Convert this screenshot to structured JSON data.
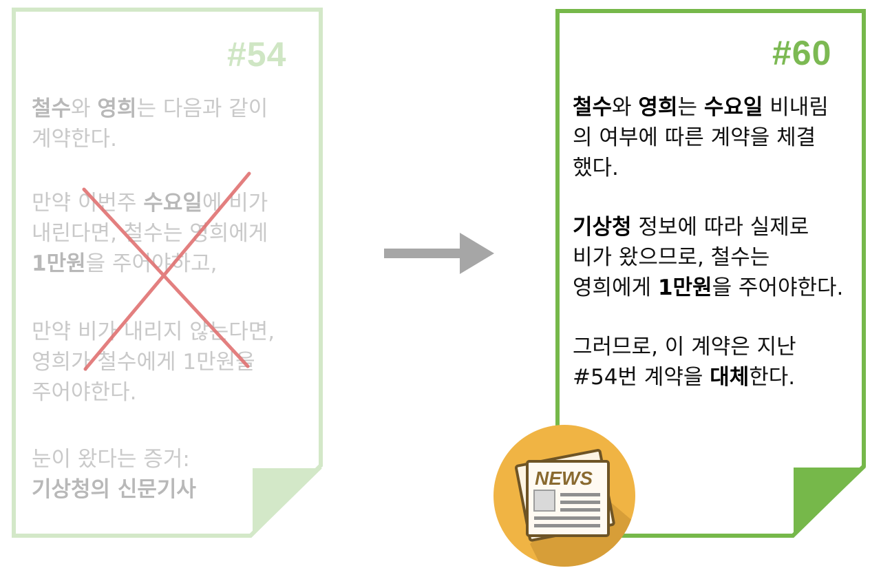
{
  "old_contract": {
    "number": "#54",
    "status": "crossed-out",
    "paragraphs": [
      [
        {
          "t": "철수",
          "b": true
        },
        {
          "t": "와 "
        },
        {
          "t": "영희",
          "b": true
        },
        {
          "t": "는 다음과 같이"
        },
        {
          "br": true
        },
        {
          "t": "계약한다."
        }
      ],
      [
        {
          "t": "만약 이번주 "
        },
        {
          "t": "수요일",
          "b": true
        },
        {
          "t": "에 비가"
        },
        {
          "br": true
        },
        {
          "t": "내린다면, 철수는 영희에게"
        },
        {
          "br": true
        },
        {
          "t": "1만원",
          "b": true
        },
        {
          "t": "을 주어야하고,"
        }
      ],
      [
        {
          "t": "만약 비가 내리지 않는다면,"
        },
        {
          "br": true
        },
        {
          "t": "영희가 철수에게 1만원을"
        },
        {
          "br": true
        },
        {
          "t": "주어야한다."
        }
      ],
      [
        {
          "t": "눈이 왔다는 증거:"
        },
        {
          "br": true
        },
        {
          "t": "기상청의 신문기사",
          "b": true
        }
      ]
    ]
  },
  "new_contract": {
    "number": "#60",
    "paragraphs": [
      [
        {
          "t": "철수",
          "b": true
        },
        {
          "t": "와 "
        },
        {
          "t": "영희",
          "b": true
        },
        {
          "t": "는 "
        },
        {
          "t": "수요일",
          "b": true
        },
        {
          "t": " 비내림"
        },
        {
          "br": true
        },
        {
          "t": "의 여부에 따른 계약을 체결"
        },
        {
          "br": true
        },
        {
          "t": "했다."
        }
      ],
      [
        {
          "t": "기상청",
          "b": true
        },
        {
          "t": " 정보에 따라 실제로"
        },
        {
          "br": true
        },
        {
          "t": "비가 왔으므로, 철수는"
        },
        {
          "br": true
        },
        {
          "t": "영희에게 "
        },
        {
          "t": "1만원",
          "b": true
        },
        {
          "t": "을 주어야한다."
        }
      ],
      [
        {
          "t": "그러므로, 이 계약은 지난"
        },
        {
          "br": true
        },
        {
          "t": "#54번 계약을 "
        },
        {
          "t": "대체",
          "b": true
        },
        {
          "t": "한다."
        }
      ]
    ]
  },
  "news_icon": {
    "label": "NEWS",
    "icon": "newspaper-icon"
  },
  "colors": {
    "old_border": "#d3e8c8",
    "new_border": "#76b84a",
    "arrow": "#a6a6a6",
    "cross": "#e07272",
    "badge": "#f0b444"
  }
}
